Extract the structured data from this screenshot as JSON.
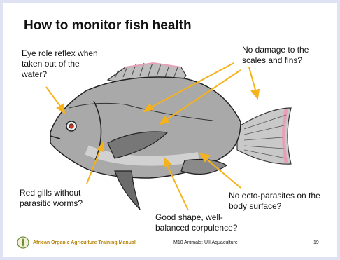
{
  "slide": {
    "title": "How to monitor fish health",
    "labels": {
      "eye": "Eye role reflex when\ntaken out of the\nwater?",
      "scales": "No damage to the\nscales and fins?",
      "gills": "Red gills without\nparasitic worms?",
      "parasites": "No ecto-parasites on the\nbody surface?",
      "shape": "Good shape, well-\nbalanced corpulence?"
    },
    "footer": {
      "manual": "African Organic Agriculture Training Manual",
      "module": "M10 Animals: UII Aquaculture",
      "page": "19"
    }
  },
  "colors": {
    "arrow": "#f5b21b",
    "fin_tip": "#e8a0b8",
    "footer_brand": "#b8860b"
  }
}
